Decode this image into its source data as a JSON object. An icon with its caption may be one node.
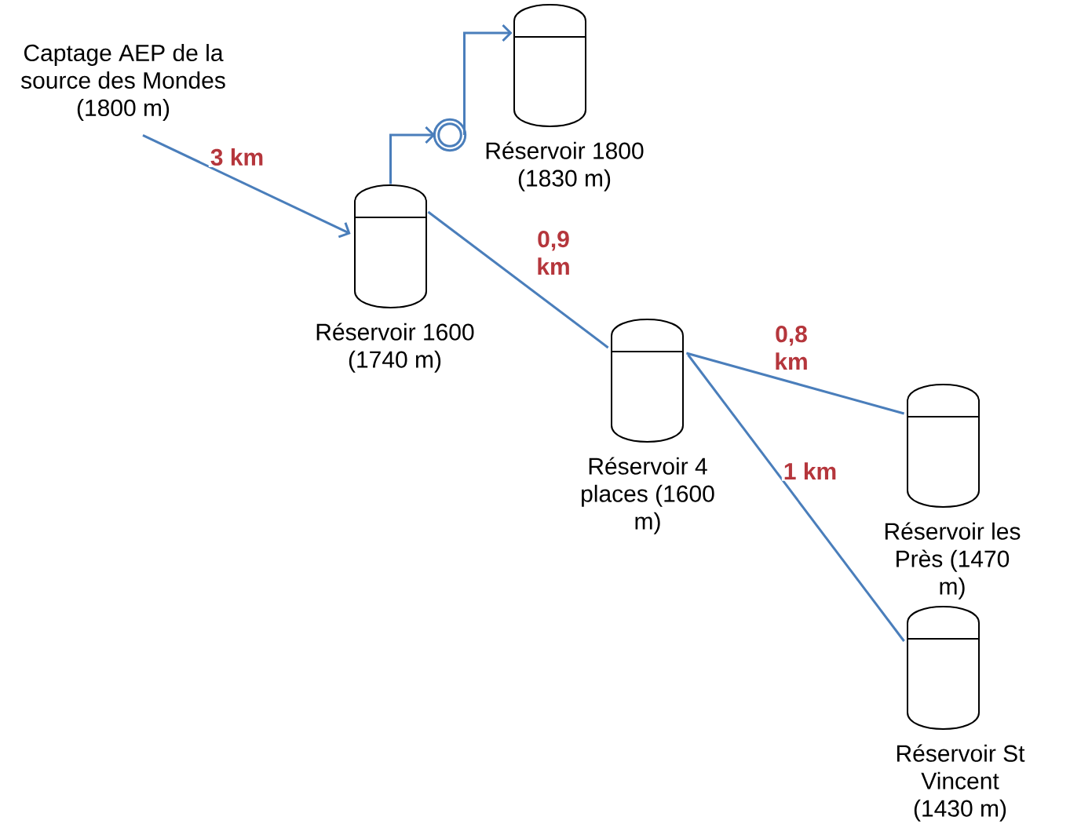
{
  "diagram": {
    "nodes": [
      {
        "text": [
          "Captage AEP de la source des Mondes (1800 m)"
        ]
      },
      {
        "text": [],
        "shape": "circle"
      },
      {
        "text": [
          "Réservoir 1800 (1830 m)"
        ]
      },
      {
        "text": [
          "Réservoir 1600 (1740 m)"
        ]
      },
      {
        "text": [
          "Réservoir 4 places (1600 m)"
        ]
      },
      {
        "text": [
          "Réservoir les Près (1470 m)"
        ]
      },
      {
        "text": [
          "Réservoir St Vincent (1430 m)"
        ]
      }
    ],
    "edges": [
      {
        "from": 0,
        "to": 3,
        "arrow": "to",
        "label": "3 km"
      },
      {
        "from": 3,
        "to": 1,
        "arrow": "to"
      },
      {
        "from": 1,
        "to": 2,
        "arrow": "to"
      },
      {
        "from": 3,
        "to": 4,
        "arrow": "none",
        "label": "0,9 km"
      },
      {
        "from": 4,
        "to": 5,
        "arrow": "none",
        "label": "0,8 km"
      },
      {
        "from": 4,
        "to": 6,
        "arrow": "none",
        "label": "1 km"
      }
    ]
  }
}
